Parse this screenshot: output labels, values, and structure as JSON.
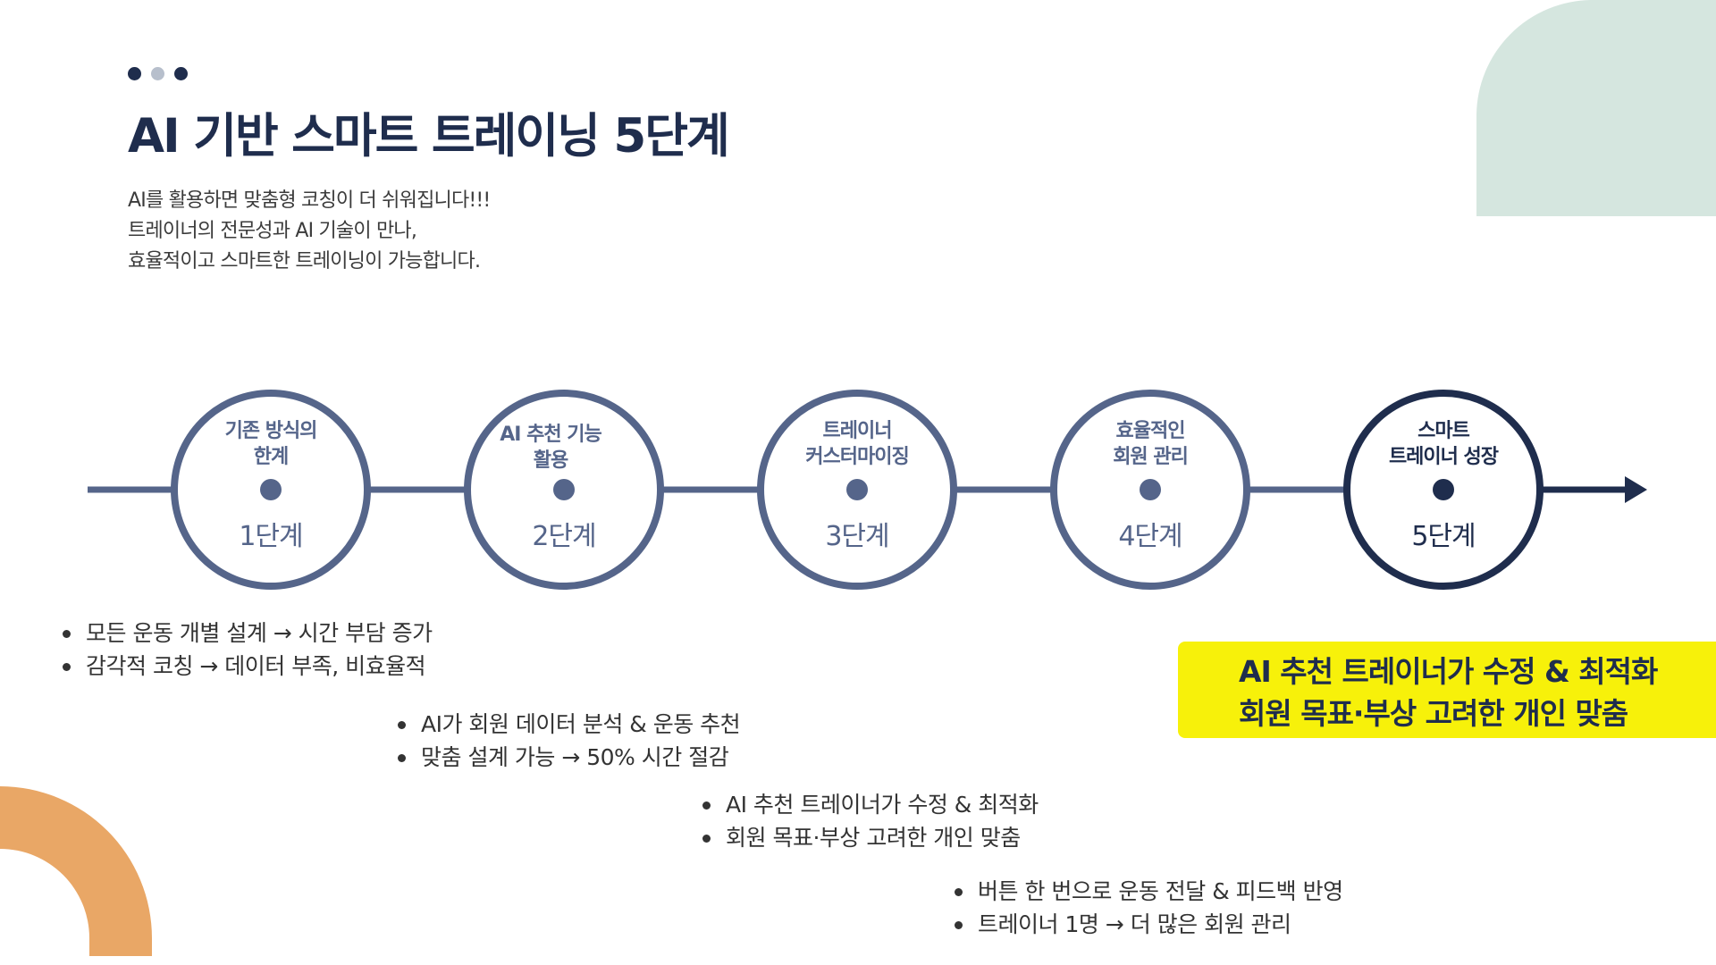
{
  "header": {
    "title": "AI 기반 스마트 트레이닝 5단계",
    "subtitle_lines": [
      "AI를 활용하면 맞춤형 코칭이 더 쉬워집니다!!!",
      "트레이너의 전문성과 AI 기술이 만나,",
      "효율적이고 스마트한 트레이닝이 가능합니다."
    ]
  },
  "stages": [
    {
      "label_lines": [
        "기존 방식의",
        "한계"
      ],
      "step": "1단계"
    },
    {
      "label_lines": [
        "AI 추천 기능",
        "활용"
      ],
      "step": "2단계"
    },
    {
      "label_lines": [
        "트레이너",
        "커스터마이징"
      ],
      "step": "3단계"
    },
    {
      "label_lines": [
        "효율적인",
        "회원 관리"
      ],
      "step": "4단계"
    },
    {
      "label_lines": [
        "스마트",
        "트레이너 성장"
      ],
      "step": "5단계"
    }
  ],
  "bullet_groups": [
    {
      "items": [
        "모든 운동 개별 설계 → 시간 부담 증가",
        "감각적 코칭 → 데이터 부족, 비효율적"
      ]
    },
    {
      "items": [
        "AI가 회원 데이터 분석 & 운동 추천",
        "맞춤 설계 가능 → 50% 시간 절감"
      ]
    },
    {
      "items": [
        "AI 추천 트레이너가 수정 & 최적화",
        "회원 목표·부상 고려한 개인 맞춤"
      ]
    },
    {
      "items": [
        "버튼 한 번으로 운동 전달 & 피드백 반영",
        "트레이너 1명 → 더 많은 회원 관리"
      ]
    }
  ],
  "highlight": {
    "lines": [
      "AI 추천 트레이너가 수정 & 최적화",
      "회원 목표·부상 고려한 개인 맞춤"
    ]
  },
  "colors": {
    "navy": "#1f2d4d",
    "slate": "#55658a",
    "mint": "#d5e6df",
    "orange": "#e9a766",
    "highlight": "#f7f10a"
  }
}
